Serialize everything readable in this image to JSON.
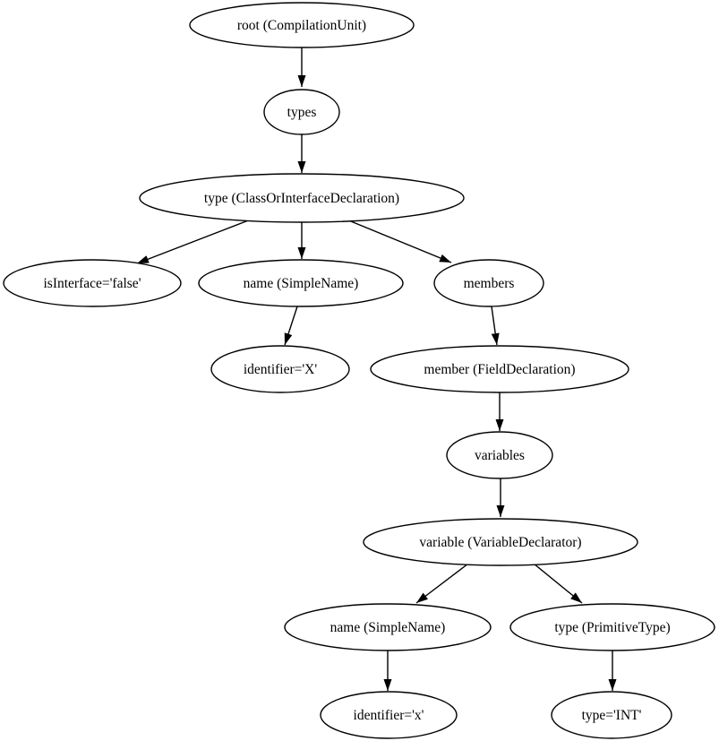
{
  "diagram": {
    "kind": "ast-tree-graph",
    "background_color": "#ffffff",
    "stroke_color": "#000000",
    "text_color": "#000000",
    "nodes": {
      "root": {
        "label": "root (CompilationUnit)"
      },
      "types": {
        "label": "types"
      },
      "type_decl": {
        "label": "type (ClassOrInterfaceDeclaration)"
      },
      "is_interface": {
        "label": "isInterface='false'"
      },
      "name_1": {
        "label": "name (SimpleName)"
      },
      "members": {
        "label": "members"
      },
      "identifier_upper_x": {
        "label": "identifier='X'"
      },
      "member": {
        "label": "member (FieldDeclaration)"
      },
      "variables": {
        "label": "variables"
      },
      "variable": {
        "label": "variable (VariableDeclarator)"
      },
      "name_2": {
        "label": "name (SimpleName)"
      },
      "type_primitive": {
        "label": "type (PrimitiveType)"
      },
      "identifier_lower_x": {
        "label": "identifier='x'"
      },
      "type_int": {
        "label": "type='INT'"
      }
    },
    "edges": [
      {
        "from": "root",
        "to": "types"
      },
      {
        "from": "types",
        "to": "type_decl"
      },
      {
        "from": "type_decl",
        "to": "is_interface"
      },
      {
        "from": "type_decl",
        "to": "name_1"
      },
      {
        "from": "type_decl",
        "to": "members"
      },
      {
        "from": "name_1",
        "to": "identifier_upper_x"
      },
      {
        "from": "members",
        "to": "member"
      },
      {
        "from": "member",
        "to": "variables"
      },
      {
        "from": "variables",
        "to": "variable"
      },
      {
        "from": "variable",
        "to": "name_2"
      },
      {
        "from": "variable",
        "to": "type_primitive"
      },
      {
        "from": "name_2",
        "to": "identifier_lower_x"
      },
      {
        "from": "type_primitive",
        "to": "type_int"
      }
    ]
  }
}
